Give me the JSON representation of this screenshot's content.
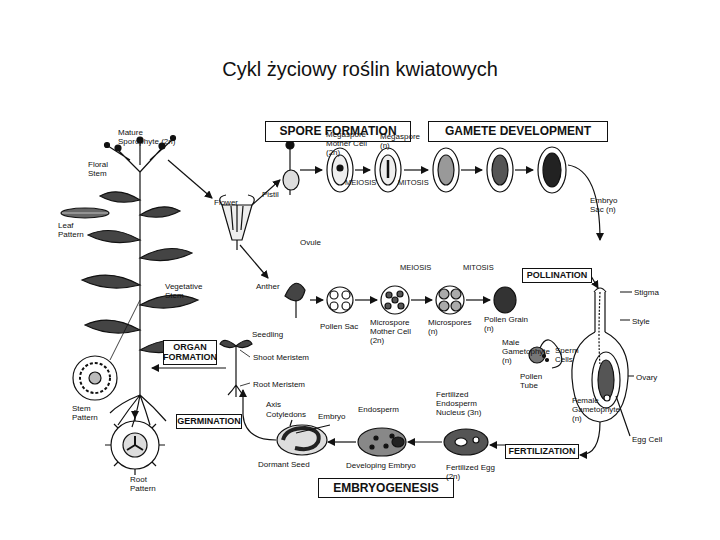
{
  "diagram": {
    "title": "Cykl życiowy roślin kwiatowych",
    "nodes": [
      {
        "text": [
          "SPORE FORMATION"
        ]
      },
      {
        "text": [
          "GAMETE DEVELOPMENT"
        ]
      },
      {
        "text": [
          "POLLINATION"
        ]
      },
      {
        "text": [
          "ORGAN FORMATION"
        ]
      },
      {
        "text": [
          "GERMINATION"
        ]
      },
      {
        "text": [
          "FERTILIZATION"
        ]
      },
      {
        "text": [
          "EMBRYOGENESIS"
        ]
      }
    ],
    "labels": [
      "Mature Sporophyte (2n)",
      "Floral Stem",
      "Leaf Pattern",
      "Vegetative Stem",
      "Pistil",
      "Flower",
      "Ovule",
      "Anther",
      "Megaspore Mother Cell (2n)",
      "MEIOSIS",
      "Megaspore (n)",
      "MITOSIS",
      "Embryo Sac (n)",
      "MEIOSIS",
      "MITOSIS",
      "Pollen Sac",
      "Microspore Mother Cell (2n)",
      "Microspores (n)",
      "Pollen Grain (n)",
      "Stigma",
      "Style",
      "Male Gametophyte (n)",
      "Sperm Cells",
      "Pollen Tube",
      "Ovary",
      "Female Gametophyte (n)",
      "Egg Cell",
      "Fertilized Endosperm Nucleus (3n)",
      "Fertilized Egg (2n)",
      "Developing Embryo",
      "Endosperm",
      "Embryo",
      "Axis",
      "Cotyledons",
      "Dormant Seed",
      "Seedling",
      "Shoot Meristem",
      "Root Meristem",
      "Stem Pattern",
      "Root Pattern"
    ]
  }
}
